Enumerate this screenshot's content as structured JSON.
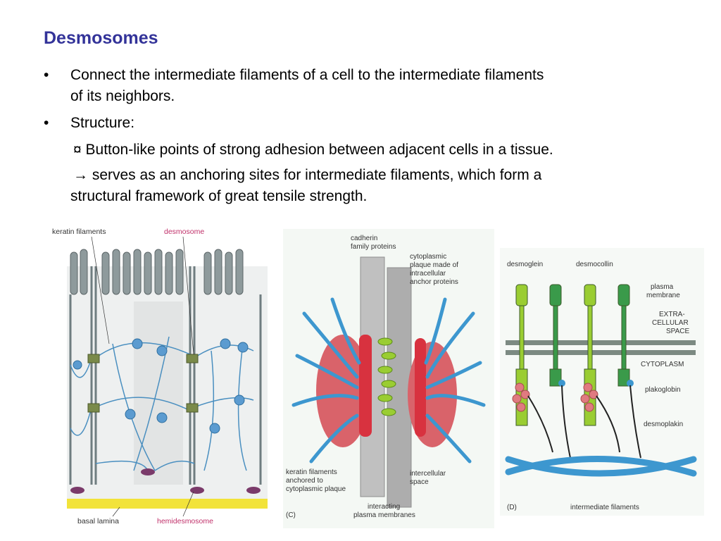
{
  "slide": {
    "title": "Desmosomes",
    "bullets": [
      {
        "marker": "•",
        "text": "Connect the intermediate filaments of a cell to the intermediate filaments"
      },
      {
        "marker": "",
        "text": "of its neighbors."
      },
      {
        "marker": "•",
        "text": "Structure:"
      }
    ],
    "sub1": "¤ Button-like points of strong adhesion between adjacent cells in a tissue.",
    "sub2_line1": "→ serves as an anchoring sites for intermediate filaments, which form a",
    "sub2_line2": "structural framework of great tensile strength."
  },
  "figA": {
    "labels": {
      "keratin": "keratin filaments",
      "desmosome": "desmosome",
      "basal": "basal lamina",
      "hemi": "hemidesmosome"
    },
    "colors": {
      "membrane": "#6f7d80",
      "filament": "#4a8fc0",
      "lamina": "#f2e33a"
    }
  },
  "figC": {
    "labels": {
      "cadherin_1": "cadherin",
      "cadherin_2": "family proteins",
      "plaque_1": "cytoplasmic",
      "plaque_2": "plaque made of",
      "plaque_3": "intracellular",
      "plaque_4": "anchor proteins",
      "keratin_1": "keratin filaments",
      "keratin_2": "anchored to",
      "keratin_3": "cytoplasmic plaque",
      "intercell_1": "intercellular",
      "intercell_2": "space",
      "interact_1": "interacting",
      "interact_2": "plasma membranes",
      "panel": "(C)"
    },
    "colors": {
      "filament": "#3d97cf",
      "plaque": "#d8323f",
      "cadherin": "#9acd32",
      "membrane": "#b9b9b9"
    }
  },
  "figD": {
    "labels": {
      "desmoglein": "desmoglein",
      "desmocollin": "desmocollin",
      "plasma_1": "plasma",
      "plasma_2": "membrane",
      "extra_1": "EXTRA-",
      "extra_2": "CELLULAR",
      "extra_3": "SPACE",
      "cyto": "CYTOPLASM",
      "plakoglobin": "plakoglobin",
      "desmoplakin": "desmoplakin",
      "inter": "intermediate filaments",
      "panel": "(D)"
    },
    "colors": {
      "desmoglein": "#9acd32",
      "desmocollin": "#3a9a4a",
      "membrane": "#7c8a82",
      "filament": "#3d97cf",
      "plakoglobin": "#e07a80"
    }
  }
}
